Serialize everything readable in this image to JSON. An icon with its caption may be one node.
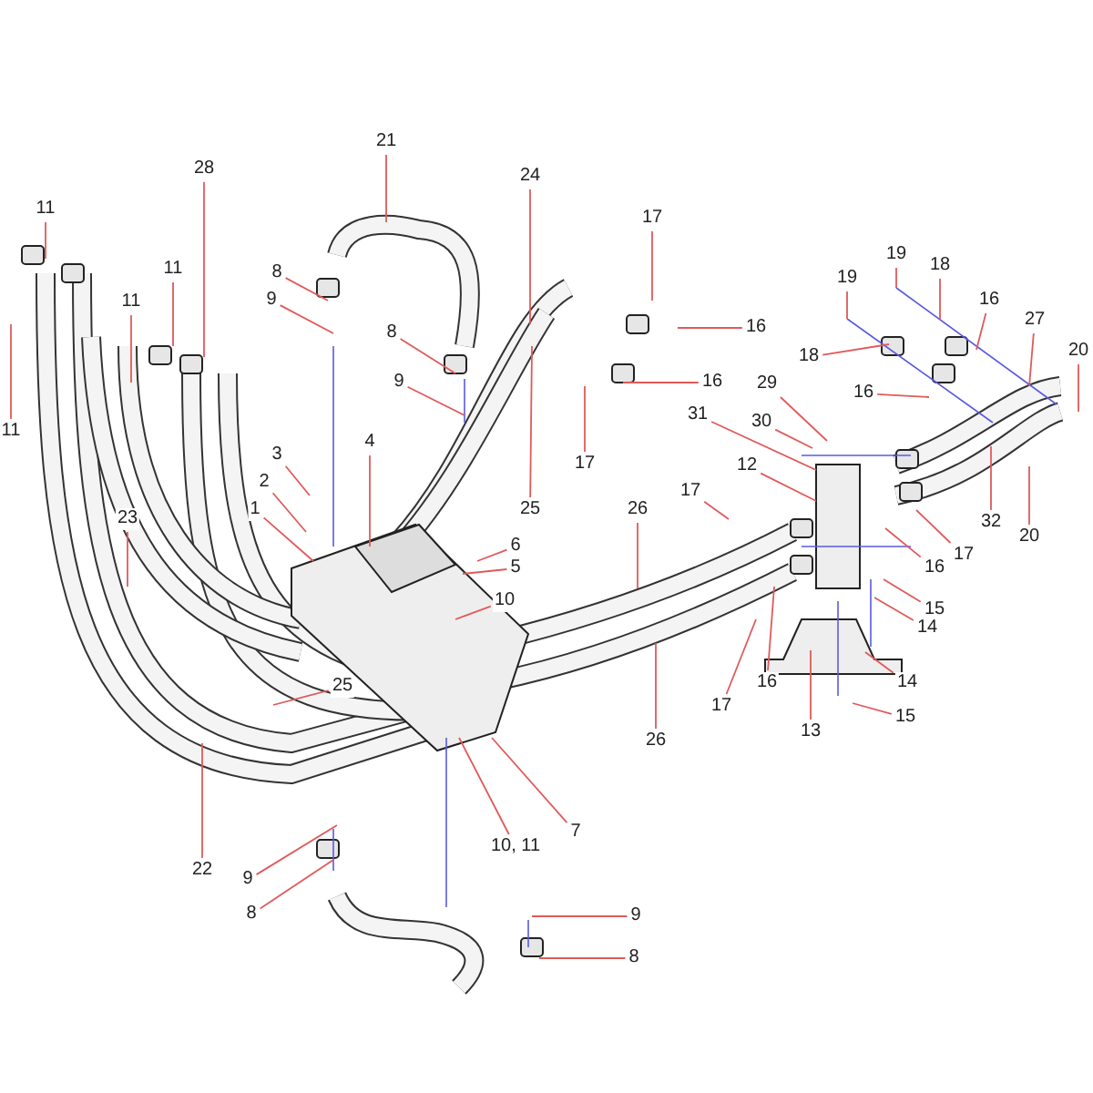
{
  "diagram": {
    "nodes": [
      {
        "text": [
          "11"
        ]
      },
      {
        "text": [
          "11"
        ]
      },
      {
        "text": [
          "11"
        ]
      },
      {
        "text": [
          "11"
        ]
      },
      {
        "text": [
          "28"
        ]
      },
      {
        "text": [
          "21"
        ]
      },
      {
        "text": [
          "24"
        ]
      },
      {
        "text": [
          "8"
        ]
      },
      {
        "text": [
          "9"
        ]
      },
      {
        "text": [
          "8"
        ]
      },
      {
        "text": [
          "9"
        ]
      },
      {
        "text": [
          "3"
        ]
      },
      {
        "text": [
          "2"
        ]
      },
      {
        "text": [
          "4"
        ]
      },
      {
        "text": [
          "1"
        ]
      },
      {
        "text": [
          "23"
        ]
      },
      {
        "text": [
          "25"
        ]
      },
      {
        "text": [
          "6"
        ]
      },
      {
        "text": [
          "5"
        ]
      },
      {
        "text": [
          "10"
        ]
      },
      {
        "text": [
          "25"
        ]
      },
      {
        "text": [
          "22"
        ]
      },
      {
        "text": [
          "10, 11"
        ]
      },
      {
        "text": [
          "7"
        ]
      },
      {
        "text": [
          "9"
        ]
      },
      {
        "text": [
          "8"
        ]
      },
      {
        "text": [
          "9"
        ]
      },
      {
        "text": [
          "8"
        ]
      },
      {
        "text": [
          "17"
        ]
      },
      {
        "text": [
          "16"
        ]
      },
      {
        "text": [
          "16"
        ]
      },
      {
        "text": [
          "17"
        ]
      },
      {
        "text": [
          "19"
        ]
      },
      {
        "text": [
          "19"
        ]
      },
      {
        "text": [
          "18"
        ]
      },
      {
        "text": [
          "16"
        ]
      },
      {
        "text": [
          "27"
        ]
      },
      {
        "text": [
          "20"
        ]
      },
      {
        "text": [
          "18"
        ]
      },
      {
        "text": [
          "16"
        ]
      },
      {
        "text": [
          "29"
        ]
      },
      {
        "text": [
          "30"
        ]
      },
      {
        "text": [
          "31"
        ]
      },
      {
        "text": [
          "12"
        ]
      },
      {
        "text": [
          "17"
        ]
      },
      {
        "text": [
          "26"
        ]
      },
      {
        "text": [
          "16"
        ]
      },
      {
        "text": [
          "17"
        ]
      },
      {
        "text": [
          "32"
        ]
      },
      {
        "text": [
          "20"
        ]
      },
      {
        "text": [
          "15"
        ]
      },
      {
        "text": [
          "14"
        ]
      },
      {
        "text": [
          "14"
        ]
      },
      {
        "text": [
          "15"
        ]
      },
      {
        "text": [
          "13"
        ]
      },
      {
        "text": [
          "16"
        ]
      },
      {
        "text": [
          "17"
        ]
      },
      {
        "text": [
          "26"
        ]
      }
    ],
    "edges": [
      {
        "from": 0,
        "to": null,
        "arrow": "none"
      },
      {
        "from": 1,
        "to": null,
        "arrow": "none"
      },
      {
        "from": 2,
        "to": null,
        "arrow": "none"
      },
      {
        "from": 3,
        "to": null,
        "arrow": "none"
      },
      {
        "from": 4,
        "to": null,
        "arrow": "none"
      },
      {
        "from": 5,
        "to": null,
        "arrow": "none"
      },
      {
        "from": 6,
        "to": null,
        "arrow": "none"
      },
      {
        "from": 7,
        "to": null,
        "arrow": "none"
      },
      {
        "from": 8,
        "to": null,
        "arrow": "none"
      },
      {
        "from": 9,
        "to": null,
        "arrow": "none"
      },
      {
        "from": 10,
        "to": null,
        "arrow": "none"
      },
      {
        "from": 11,
        "to": null,
        "arrow": "none"
      },
      {
        "from": 12,
        "to": null,
        "arrow": "none"
      },
      {
        "from": 13,
        "to": null,
        "arrow": "none"
      },
      {
        "from": 14,
        "to": null,
        "arrow": "none"
      },
      {
        "from": 15,
        "to": null,
        "arrow": "none"
      },
      {
        "from": 16,
        "to": null,
        "arrow": "none"
      },
      {
        "from": 17,
        "to": null,
        "arrow": "none"
      },
      {
        "from": 18,
        "to": null,
        "arrow": "none"
      },
      {
        "from": 19,
        "to": null,
        "arrow": "none"
      },
      {
        "from": 20,
        "to": null,
        "arrow": "none"
      },
      {
        "from": 21,
        "to": null,
        "arrow": "none"
      },
      {
        "from": 22,
        "to": null,
        "arrow": "none"
      },
      {
        "from": 23,
        "to": null,
        "arrow": "none"
      },
      {
        "from": 24,
        "to": null,
        "arrow": "none"
      },
      {
        "from": 25,
        "to": null,
        "arrow": "none"
      },
      {
        "from": 26,
        "to": null,
        "arrow": "none"
      },
      {
        "from": 27,
        "to": null,
        "arrow": "none"
      },
      {
        "from": 28,
        "to": null,
        "arrow": "none"
      },
      {
        "from": 29,
        "to": null,
        "arrow": "none"
      },
      {
        "from": 30,
        "to": null,
        "arrow": "none"
      },
      {
        "from": 31,
        "to": null,
        "arrow": "none"
      },
      {
        "from": 32,
        "to": null,
        "arrow": "none"
      },
      {
        "from": 33,
        "to": null,
        "arrow": "none"
      },
      {
        "from": 34,
        "to": null,
        "arrow": "none"
      },
      {
        "from": 35,
        "to": null,
        "arrow": "none"
      },
      {
        "from": 36,
        "to": null,
        "arrow": "none"
      },
      {
        "from": 37,
        "to": null,
        "arrow": "none"
      },
      {
        "from": 38,
        "to": null,
        "arrow": "none"
      },
      {
        "from": 39,
        "to": null,
        "arrow": "none"
      },
      {
        "from": 40,
        "to": null,
        "arrow": "none"
      },
      {
        "from": 41,
        "to": null,
        "arrow": "none"
      },
      {
        "from": 42,
        "to": null,
        "arrow": "none"
      },
      {
        "from": 43,
        "to": null,
        "arrow": "none"
      },
      {
        "from": 44,
        "to": null,
        "arrow": "none"
      },
      {
        "from": 45,
        "to": null,
        "arrow": "none"
      },
      {
        "from": 46,
        "to": null,
        "arrow": "none"
      },
      {
        "from": 47,
        "to": null,
        "arrow": "none"
      },
      {
        "from": 48,
        "to": null,
        "arrow": "none"
      },
      {
        "from": 49,
        "to": null,
        "arrow": "none"
      },
      {
        "from": 50,
        "to": null,
        "arrow": "none"
      },
      {
        "from": 51,
        "to": null,
        "arrow": "none"
      },
      {
        "from": 52,
        "to": null,
        "arrow": "none"
      },
      {
        "from": 53,
        "to": null,
        "arrow": "none"
      },
      {
        "from": 54,
        "to": null,
        "arrow": "none"
      },
      {
        "from": 55,
        "to": null,
        "arrow": "none"
      },
      {
        "from": 56,
        "to": null,
        "arrow": "none"
      },
      {
        "from": 57,
        "to": null,
        "arrow": "none"
      }
    ]
  }
}
